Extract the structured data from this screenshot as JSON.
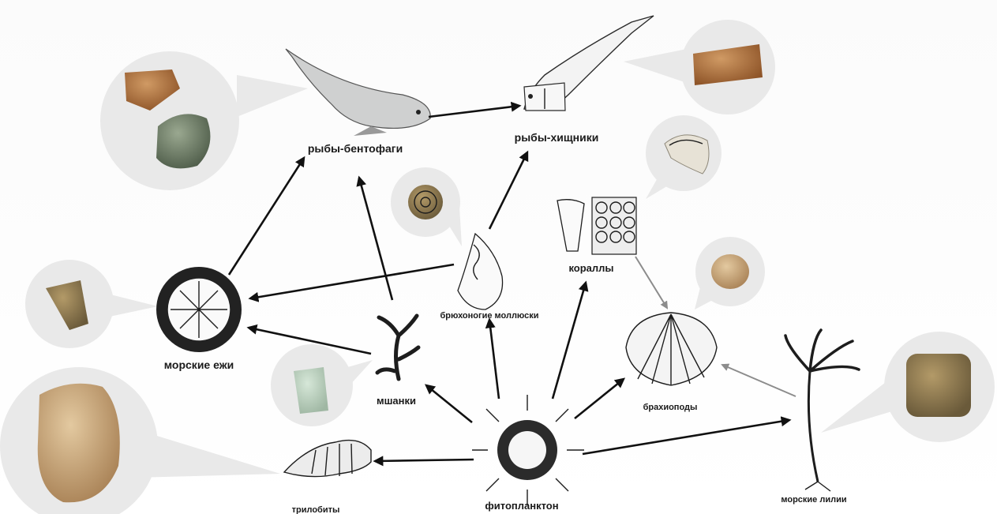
{
  "nodes": {
    "fish_benthic": "рыбы-бентофаги",
    "fish_predator": "рыбы-хищники",
    "gastropods": "брюхоногие моллюски",
    "corals": "кораллы",
    "sea_urchins": "морские ежи",
    "bryozoans": "мшанки",
    "brachiopods": "брахиоподы",
    "crinoids": "морские лилии",
    "trilobites": "трилобиты",
    "phytoplankton": "фитопланктон"
  },
  "links": [
    {
      "from": "phytoplankton",
      "to": "trilobites"
    },
    {
      "from": "phytoplankton",
      "to": "bryozoans"
    },
    {
      "from": "phytoplankton",
      "to": "gastropods"
    },
    {
      "from": "phytoplankton",
      "to": "corals"
    },
    {
      "from": "phytoplankton",
      "to": "brachiopods"
    },
    {
      "from": "phytoplankton",
      "to": "crinoids"
    },
    {
      "from": "bryozoans",
      "to": "sea_urchins"
    },
    {
      "from": "bryozoans",
      "to": "fish_benthic"
    },
    {
      "from": "gastropods",
      "to": "sea_urchins"
    },
    {
      "from": "gastropods",
      "to": "fish_predator"
    },
    {
      "from": "sea_urchins",
      "to": "fish_benthic"
    },
    {
      "from": "fish_benthic",
      "to": "fish_predator"
    },
    {
      "from": "corals",
      "to": "brachiopods"
    },
    {
      "from": "crinoids",
      "to": "brachiopods"
    }
  ],
  "colors": {
    "arrow": "#111111",
    "secondary_arrow": "#8c8c8c",
    "bubble": "#e9e9e9",
    "fossil_brown": "#a4673a",
    "fossil_green": "#6f7d68",
    "fossil_tan": "#c9a77c"
  }
}
